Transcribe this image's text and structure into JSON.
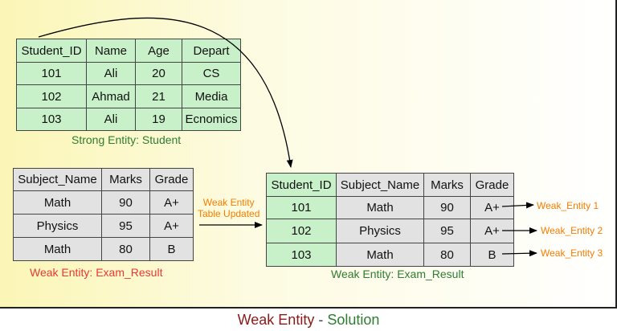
{
  "student_table": {
    "headers": [
      "Student_ID",
      "Name",
      "Age",
      "Depart"
    ],
    "rows": [
      [
        "101",
        "Ali",
        "20",
        "CS"
      ],
      [
        "102",
        "Ahmad",
        "21",
        "Media"
      ],
      [
        "103",
        "Ali",
        "19",
        "Ecnomics"
      ]
    ],
    "caption": "Strong Entity: Student"
  },
  "exam_table": {
    "headers": [
      "Subject_Name",
      "Marks",
      "Grade"
    ],
    "rows": [
      [
        "Math",
        "90",
        "A+"
      ],
      [
        "Physics",
        "95",
        "A+"
      ],
      [
        "Math",
        "80",
        "B"
      ]
    ],
    "caption": "Weak Entity: Exam_Result"
  },
  "updated_table": {
    "headers": [
      "Student_ID",
      "Subject_Name",
      "Marks",
      "Grade"
    ],
    "rows": [
      [
        "101",
        "Math",
        "90",
        "A+"
      ],
      [
        "102",
        "Physics",
        "95",
        "A+"
      ],
      [
        "103",
        "Math",
        "80",
        "B"
      ]
    ],
    "caption": "Weak Entity: Exam_Result"
  },
  "arrow_label": {
    "line1": "Weak Entity",
    "line2": "Table Updated"
  },
  "row_labels": [
    "Weak_Entity 1",
    "Weak_Entity 2",
    "Weak_Entity 3"
  ],
  "footer": {
    "weak": "Weak Entity",
    "dash": " - ",
    "solution": "Solution"
  },
  "colors": {
    "strong": "#c9f1c9",
    "weak": "#e2e2e2",
    "green_text": "#2e7d32",
    "red_text": "#e53935",
    "orange_text": "#f57c00"
  }
}
